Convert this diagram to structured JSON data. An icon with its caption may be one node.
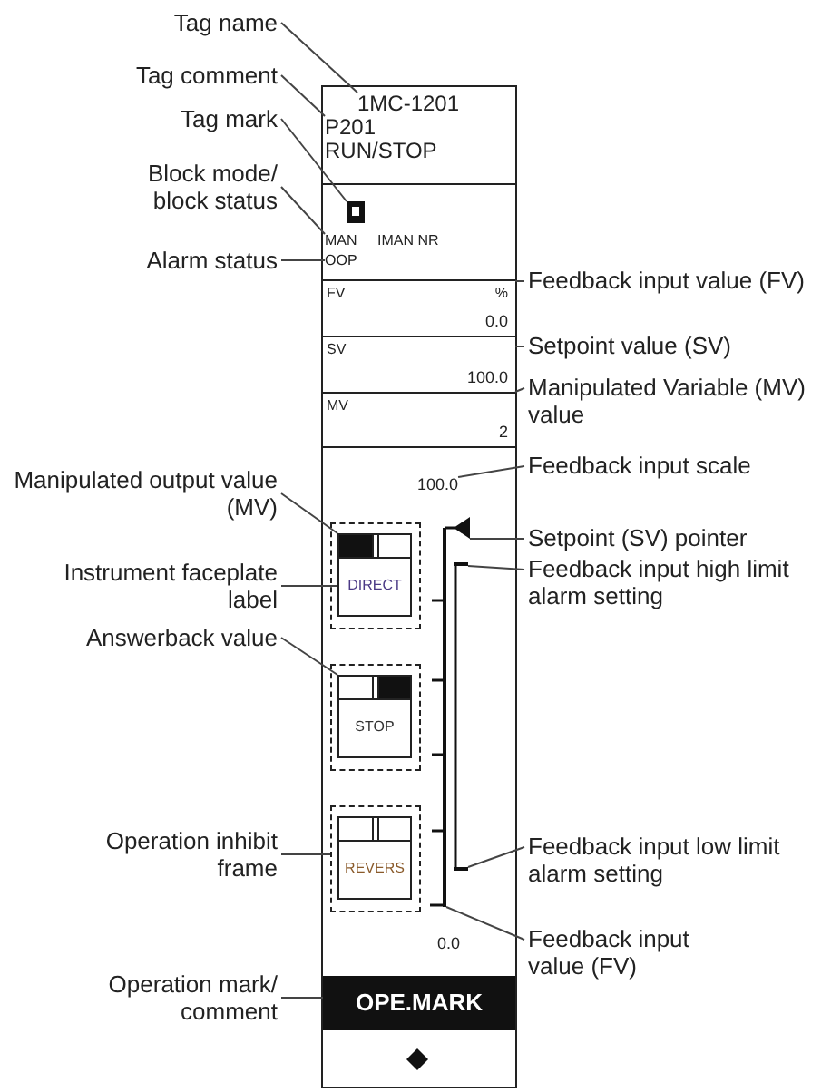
{
  "diagram": {
    "nodes": [
      {
        "text": [],
        "shape": "box"
      },
      {
        "text": [
          "1MC-1201"
        ],
        "in": 0
      },
      {
        "text": [
          "P201"
        ],
        "in": 0
      },
      {
        "text": [
          "RUN/STOP"
        ],
        "in": 0
      },
      {
        "text": [],
        "shape": "box",
        "in": 0
      },
      {
        "text": [
          "MAN"
        ],
        "in": 0
      },
      {
        "text": [
          "IMAN NR"
        ],
        "in": 0
      },
      {
        "text": [
          "OOP"
        ],
        "in": 0
      },
      {
        "text": [
          "FV",
          "%",
          "0.0"
        ],
        "in": 0
      },
      {
        "text": [
          "SV",
          "100.0"
        ],
        "in": 0
      },
      {
        "text": [
          "MV",
          "2"
        ],
        "in": 0
      },
      {
        "text": [
          "100.0"
        ],
        "in": 0
      },
      {
        "text": [],
        "shape": "triangle",
        "in": 0
      },
      {
        "text": [],
        "shape": "bar",
        "in": 0
      },
      {
        "text": [],
        "shape": "bar",
        "in": 0
      },
      {
        "text": [],
        "shape": "bar",
        "in": 0
      },
      {
        "text": [],
        "shape": "box",
        "in": 0
      },
      {
        "text": [
          "DIRECT"
        ],
        "in": 16
      },
      {
        "text": [],
        "shape": "box",
        "in": 0
      },
      {
        "text": [
          "STOP"
        ],
        "in": 18
      },
      {
        "text": [],
        "shape": "box",
        "in": 0
      },
      {
        "text": [
          "REVERS"
        ],
        "in": 20
      },
      {
        "text": [
          "0.0"
        ],
        "in": 0
      },
      {
        "text": [
          "OPE.MARK"
        ],
        "in": 0
      },
      {
        "text": [],
        "shape": "diamond",
        "in": 0
      },
      {
        "text": [
          "Tag name"
        ]
      },
      {
        "text": [
          "Tag comment"
        ]
      },
      {
        "text": [
          "Tag mark"
        ]
      },
      {
        "text": [
          "Block mode/ block status"
        ]
      },
      {
        "text": [
          "Alarm status"
        ]
      },
      {
        "text": [
          "Feedback input value (FV)"
        ]
      },
      {
        "text": [
          "Setpoint value (SV)"
        ]
      },
      {
        "text": [
          "Manipulated Variable (MV) value"
        ]
      },
      {
        "text": [
          "Feedback input scale"
        ]
      },
      {
        "text": [
          "Manipulated output value (MV)"
        ]
      },
      {
        "text": [
          "Setpoint (SV) pointer"
        ]
      },
      {
        "text": [
          "Instrument faceplate label"
        ]
      },
      {
        "text": [
          "Feedback input high limit alarm setting"
        ]
      },
      {
        "text": [
          "Answerback value"
        ]
      },
      {
        "text": [
          "Feedback input low limit alarm setting"
        ]
      },
      {
        "text": [
          "Operation inhibit frame"
        ]
      },
      {
        "text": [
          "Feedback input value (FV)"
        ]
      },
      {
        "text": [
          "Operation mark/ comment"
        ]
      }
    ],
    "edges": [
      {
        "from": 25,
        "to": 1,
        "arrow": "none"
      },
      {
        "from": 26,
        "to": 2,
        "arrow": "none"
      },
      {
        "from": 27,
        "to": 4,
        "arrow": "none"
      },
      {
        "from": 28,
        "to": 5,
        "arrow": "none"
      },
      {
        "from": 29,
        "to": 7,
        "arrow": "none"
      },
      {
        "from": 30,
        "to": 8,
        "arrow": "none"
      },
      {
        "from": 31,
        "to": 9,
        "arrow": "none"
      },
      {
        "from": 32,
        "to": 10,
        "arrow": "none"
      },
      {
        "from": 33,
        "to": 11,
        "arrow": "none"
      },
      {
        "from": 34,
        "to": 17,
        "arrow": "none"
      },
      {
        "from": 35,
        "to": 12,
        "arrow": "none"
      },
      {
        "from": 36,
        "to": 17,
        "arrow": "none"
      },
      {
        "from": 37,
        "to": 13,
        "arrow": "none"
      },
      {
        "from": 38,
        "to": 19,
        "arrow": "none"
      },
      {
        "from": 39,
        "to": 14,
        "arrow": "none"
      },
      {
        "from": 40,
        "to": 20,
        "arrow": "none"
      },
      {
        "from": 41,
        "to": 15,
        "arrow": "none"
      },
      {
        "from": 42,
        "to": 23,
        "arrow": "none"
      }
    ]
  }
}
